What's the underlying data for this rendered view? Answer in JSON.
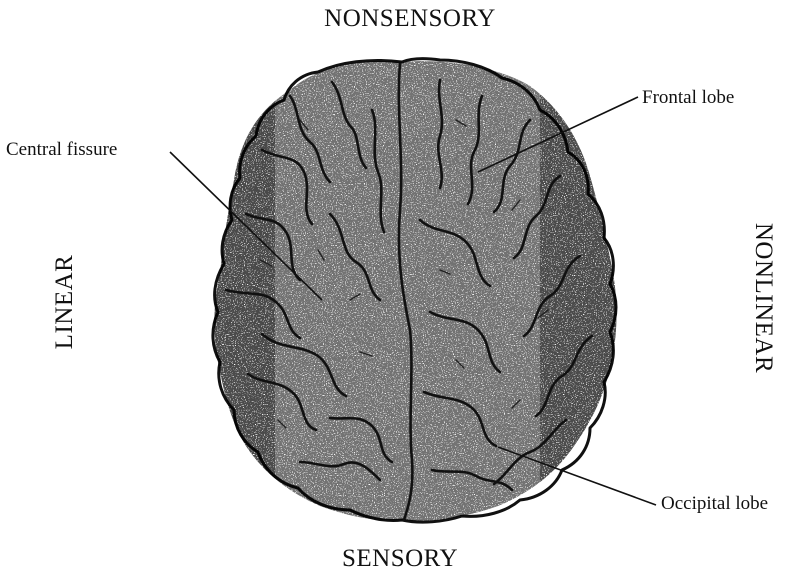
{
  "orientation_labels": {
    "top": "NONSENSORY",
    "bottom": "SENSORY",
    "left": "LINEAR",
    "right": "NONLINEAR"
  },
  "structure_labels": {
    "frontal": "Frontal lobe",
    "central": "Central fissure",
    "occipital": "Occipital lobe"
  },
  "colors": {
    "ink": "#111111",
    "background": "#ffffff"
  }
}
